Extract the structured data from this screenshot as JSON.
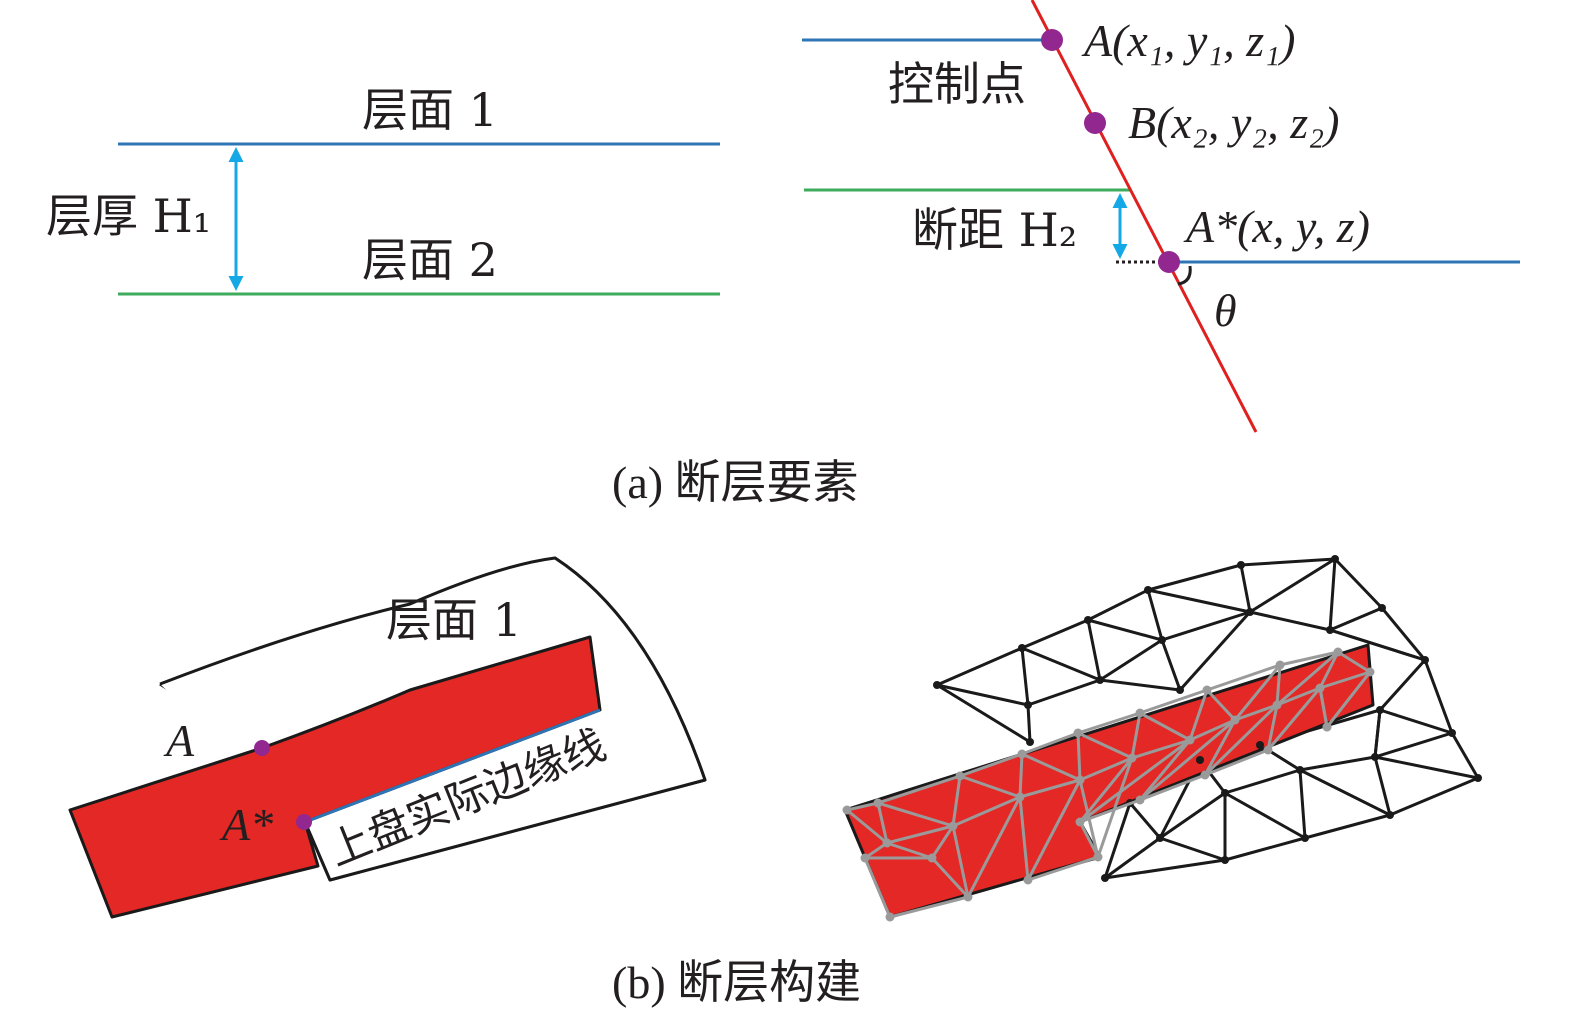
{
  "panel_a": {
    "surface1": "层面 1",
    "surface2": "层面 2",
    "thickness": "层厚 H₁",
    "control_points": "控制点",
    "point_a": "A(x₁, y₁, z₁)",
    "point_b": "B(x₂, y₂, z₂)",
    "point_a_star": "A*(x, y, z)",
    "throw": "断距 H₂",
    "angle": "θ",
    "caption": "(a) 断层要素"
  },
  "panel_b": {
    "surface1": "层面 1",
    "point_a": "A",
    "point_a_star": "A*",
    "edge_line": "上盘实际边缘线",
    "caption": "(b) 断层构建"
  },
  "colors": {
    "blue_line": "#2e75b6",
    "green_line": "#3daa5c",
    "fault_red": "#e0201f",
    "arrow_cyan": "#14a9e6",
    "point_purple": "#92278f",
    "mesh_black": "#1a1a1a",
    "mesh_gray": "#9a9a9a"
  }
}
